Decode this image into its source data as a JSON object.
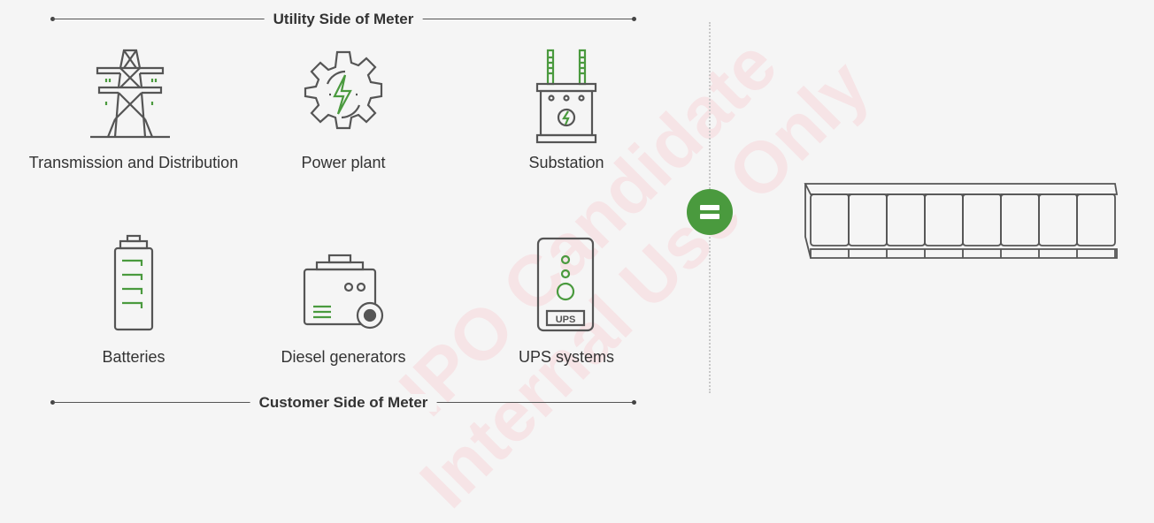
{
  "headings": {
    "top": "Utility Side of Meter",
    "bottom": "Customer Side of Meter"
  },
  "items": [
    {
      "label": "Transmission and Distribution",
      "icon": "transmission-tower-icon"
    },
    {
      "label": "Power plant",
      "icon": "power-plant-gear-icon"
    },
    {
      "label": "Substation",
      "icon": "substation-transformer-icon"
    },
    {
      "label": "Batteries",
      "icon": "battery-icon"
    },
    {
      "label": "Diesel generators",
      "icon": "diesel-generator-icon"
    },
    {
      "label": "UPS systems",
      "icon": "ups-icon",
      "badge": "UPS"
    }
  ],
  "equals_icon": "equals-icon",
  "result_icon": "battery-storage-rack-icon",
  "watermark": {
    "line1": "IPO Candidate",
    "line2": "Internal Use Only"
  },
  "colors": {
    "accent": "#4a9a3e",
    "line": "#555555",
    "background": "#f5f5f5"
  }
}
